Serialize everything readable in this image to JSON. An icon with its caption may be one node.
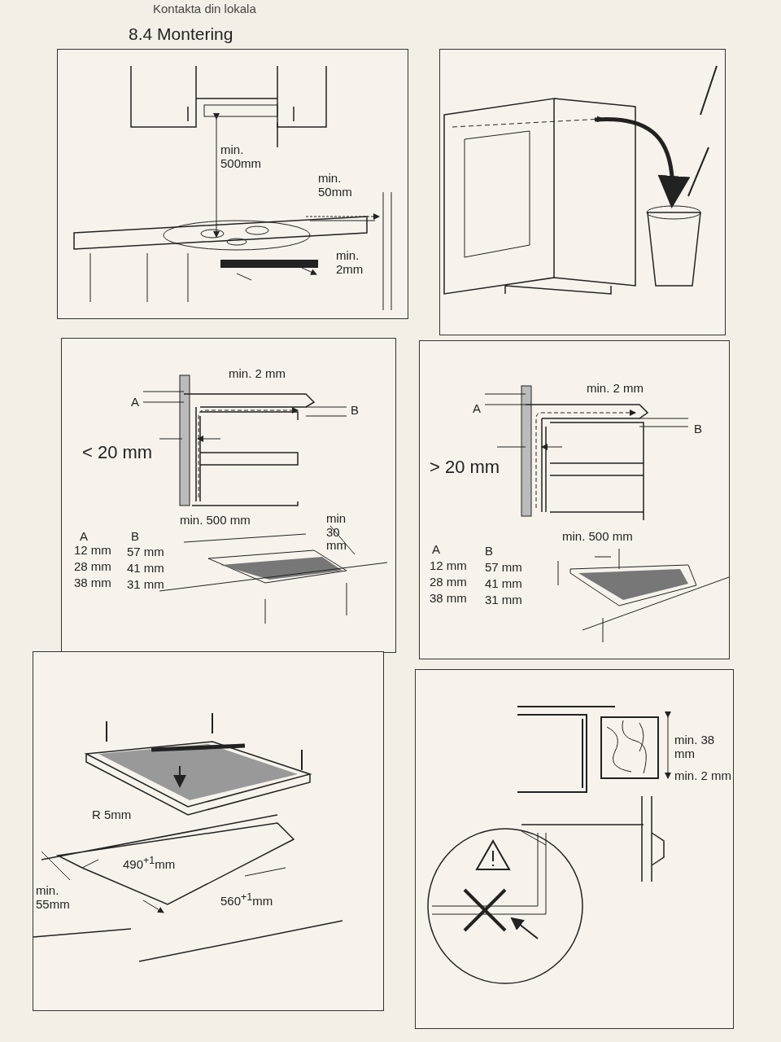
{
  "diagram": {
    "title": "8.4 Montering",
    "labels": [
      "Kontakta din lokala",
      "min. 500mm",
      "min. 50mm",
      "min. 2mm",
      "min. 2 mm",
      "A",
      "B",
      "< 20 mm",
      "min. 500 mm",
      "min 30 mm",
      "A",
      "B",
      "12 mm",
      "57 mm",
      "28 mm",
      "41 mm",
      "38 mm",
      "31 mm",
      "min. 2 mm",
      "A",
      "B",
      "> 20 mm",
      "min. 500 mm",
      "A",
      "B",
      "12 mm",
      "57 mm",
      "28 mm",
      "41 mm",
      "38 mm",
      "31 mm",
      "R 5mm",
      "min. 55mm",
      "490$^{+1}$mm",
      "560$^{+1}$mm",
      "min. 38 mm",
      "min. 2 mm"
    ]
  }
}
